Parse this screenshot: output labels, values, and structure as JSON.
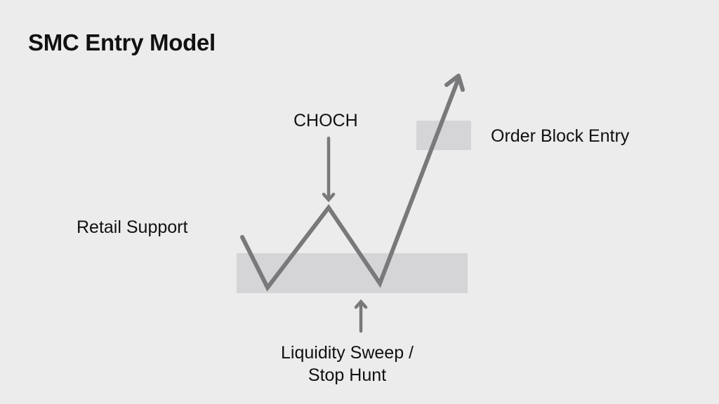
{
  "title": "SMC Entry Model",
  "labels": {
    "choch": "CHOCH",
    "order_block": "Order Block Entry",
    "retail_support": "Retail Support",
    "liquidity_line1": "Liquidity Sweep /",
    "liquidity_line2": "Stop Hunt"
  },
  "colors": {
    "background": "#ececed",
    "zone": "#d5d5d7",
    "line": "#79797b"
  }
}
